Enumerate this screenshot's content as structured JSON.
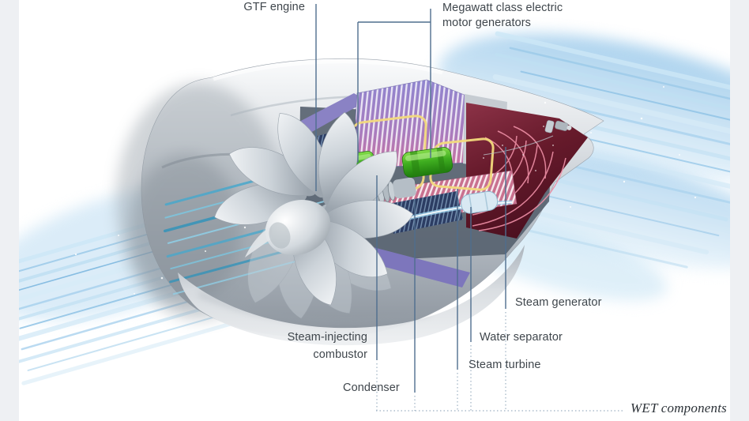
{
  "labels": {
    "gtf_engine": "GTF engine",
    "megawatt": {
      "line1": "Megawatt class electric",
      "line2": "motor generators"
    },
    "steam_generator": "Steam generator",
    "water_separator": "Water separator",
    "steam_turbine": "Steam turbine",
    "steam_injecting_combustor": {
      "line1": "Steam-injecting",
      "line2": "combustor"
    },
    "condenser": "Condenser",
    "wet_components": "WET components"
  },
  "colors": {
    "label_text": "#3f464c",
    "leader_line_solid": "#4f6e8e",
    "leader_line_dashed": "#9db1c2",
    "airflow_blue": "#a9d2ee",
    "motor_green": "#3fae20",
    "heat_exchanger_purple": "#8d83cc",
    "heat_exchanger_pink": "#c9718f",
    "combustor_panel_red": "#6e2233",
    "combustor_outline_yellow": "#f2d879",
    "nacelle_gray": "#b7bec6",
    "gutter_gray": "#eef0f3"
  }
}
